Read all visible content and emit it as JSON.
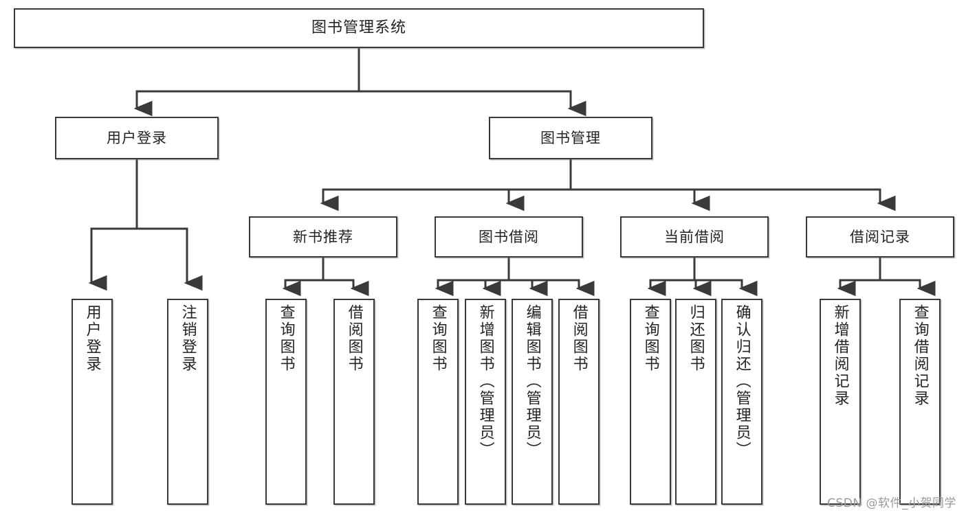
{
  "diagram": {
    "type": "tree",
    "title": "图书管理系统",
    "orientation": "top-down",
    "colors": {
      "box_border": "#3a3a3a",
      "box_fill": "#ffffff",
      "connector": "#3a3a3a",
      "watermark": "#9a9a9a",
      "background": "#ffffff"
    },
    "nodes": {
      "root": {
        "label": "图书管理系统"
      },
      "level2": [
        {
          "id": "user-login",
          "label": "用户登录"
        },
        {
          "id": "book-manage",
          "label": "图书管理"
        }
      ],
      "level3": [
        {
          "id": "new-book-rec",
          "label": "新书推荐"
        },
        {
          "id": "book-borrow",
          "label": "图书借阅"
        },
        {
          "id": "current-borrow",
          "label": "当前借阅"
        },
        {
          "id": "borrow-record",
          "label": "借阅记录"
        }
      ],
      "leaves": {
        "user-login": [
          {
            "id": "leaf-user-login",
            "label": "用户登录"
          },
          {
            "id": "leaf-user-logout",
            "label": "注销登录"
          }
        ],
        "new-book-rec": [
          {
            "id": "leaf-query-book-1",
            "label": "查询图书"
          },
          {
            "id": "leaf-borrow-book-1",
            "label": "借阅图书"
          }
        ],
        "book-borrow": [
          {
            "id": "leaf-query-book-2",
            "label": "查询图书"
          },
          {
            "id": "leaf-add-book",
            "label": "新增图书（管理员）"
          },
          {
            "id": "leaf-edit-book",
            "label": "编辑图书（管理员）"
          },
          {
            "id": "leaf-borrow-book-2",
            "label": "借阅图书"
          }
        ],
        "current-borrow": [
          {
            "id": "leaf-query-book-3",
            "label": "查询图书"
          },
          {
            "id": "leaf-return-book",
            "label": "归还图书"
          },
          {
            "id": "leaf-confirm-return",
            "label": "确认归还（管理员）"
          }
        ],
        "borrow-record": [
          {
            "id": "leaf-add-record",
            "label": "新增借阅记录"
          },
          {
            "id": "leaf-query-record",
            "label": "查询借阅记录"
          }
        ]
      }
    },
    "watermark": "CSDN @软件_小贺同学"
  }
}
